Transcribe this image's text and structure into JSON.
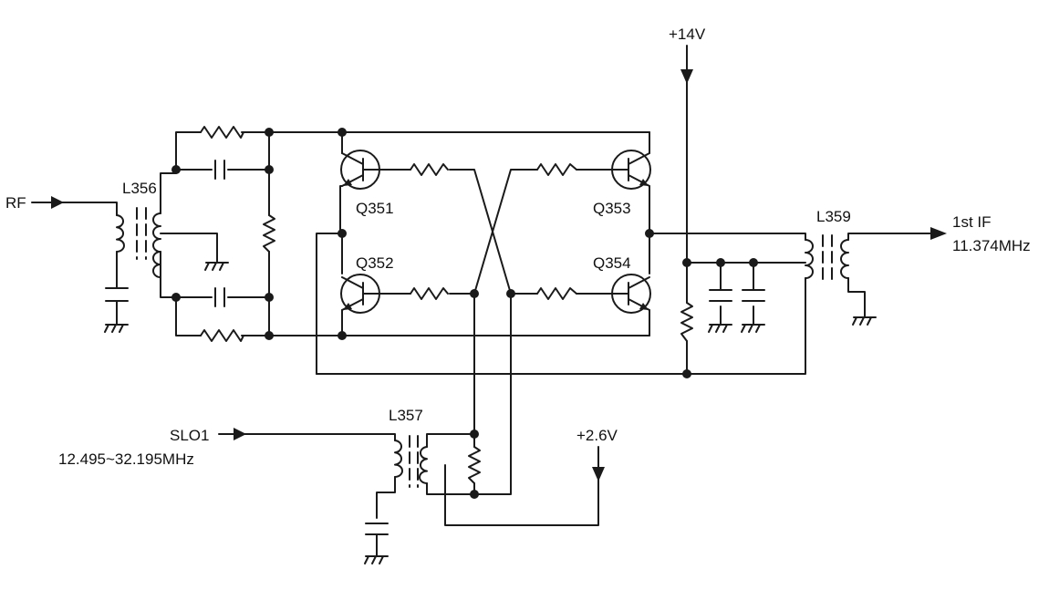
{
  "labels": {
    "rf": "RF",
    "l356": "L356",
    "q351": "Q351",
    "q352": "Q352",
    "q353": "Q353",
    "q354": "Q354",
    "l357": "L357",
    "l359": "L359",
    "vcc14": "+14V",
    "vcc26": "+2.6V",
    "slo1": "SLO1",
    "slo1_freq": "12.495~32.195MHz",
    "if_out": "1st IF",
    "if_freq": "11.374MHz"
  },
  "colors": {
    "ink": "#1a1a1a",
    "background": "#ffffff"
  },
  "icons": [
    "resistor-icon",
    "capacitor-icon",
    "transformer-icon",
    "transistor-icon",
    "ground-icon",
    "arrow-icon"
  ]
}
